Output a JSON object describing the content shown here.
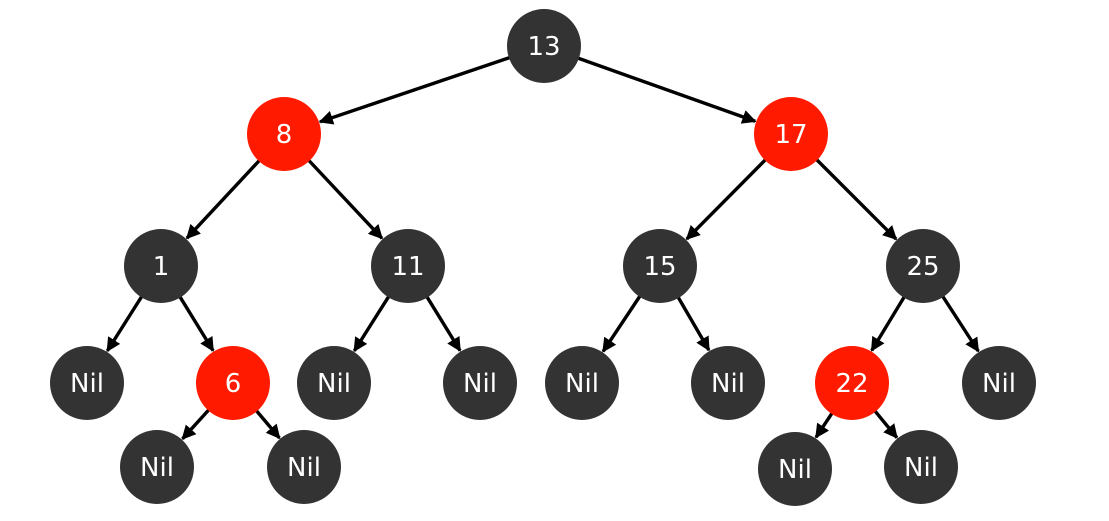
{
  "colors": {
    "black_node": "#333333",
    "red_node": "#ff1a00",
    "edge": "#000000",
    "label": "#ffffff"
  },
  "nodes": [
    {
      "id": "n13",
      "label": "13",
      "color": "black",
      "parent": null
    },
    {
      "id": "n8",
      "label": "8",
      "color": "red",
      "parent": "n13"
    },
    {
      "id": "n17",
      "label": "17",
      "color": "red",
      "parent": "n13"
    },
    {
      "id": "n1",
      "label": "1",
      "color": "black",
      "parent": "n8"
    },
    {
      "id": "n11",
      "label": "11",
      "color": "black",
      "parent": "n8"
    },
    {
      "id": "n15",
      "label": "15",
      "color": "black",
      "parent": "n17"
    },
    {
      "id": "n25",
      "label": "25",
      "color": "black",
      "parent": "n17"
    },
    {
      "id": "nil1a",
      "label": "Nil",
      "color": "black",
      "parent": "n1"
    },
    {
      "id": "n6",
      "label": "6",
      "color": "red",
      "parent": "n1"
    },
    {
      "id": "nil11a",
      "label": "Nil",
      "color": "black",
      "parent": "n11"
    },
    {
      "id": "nil11b",
      "label": "Nil",
      "color": "black",
      "parent": "n11"
    },
    {
      "id": "nil15a",
      "label": "Nil",
      "color": "black",
      "parent": "n15"
    },
    {
      "id": "nil15b",
      "label": "Nil",
      "color": "black",
      "parent": "n15"
    },
    {
      "id": "n22",
      "label": "22",
      "color": "red",
      "parent": "n25"
    },
    {
      "id": "nil25b",
      "label": "Nil",
      "color": "black",
      "parent": "n25"
    },
    {
      "id": "nil6a",
      "label": "Nil",
      "color": "black",
      "parent": "n6"
    },
    {
      "id": "nil6b",
      "label": "Nil",
      "color": "black",
      "parent": "n6"
    },
    {
      "id": "nil22a",
      "label": "Nil",
      "color": "black",
      "parent": "n22"
    },
    {
      "id": "nil22b",
      "label": "Nil",
      "color": "black",
      "parent": "n22"
    }
  ]
}
